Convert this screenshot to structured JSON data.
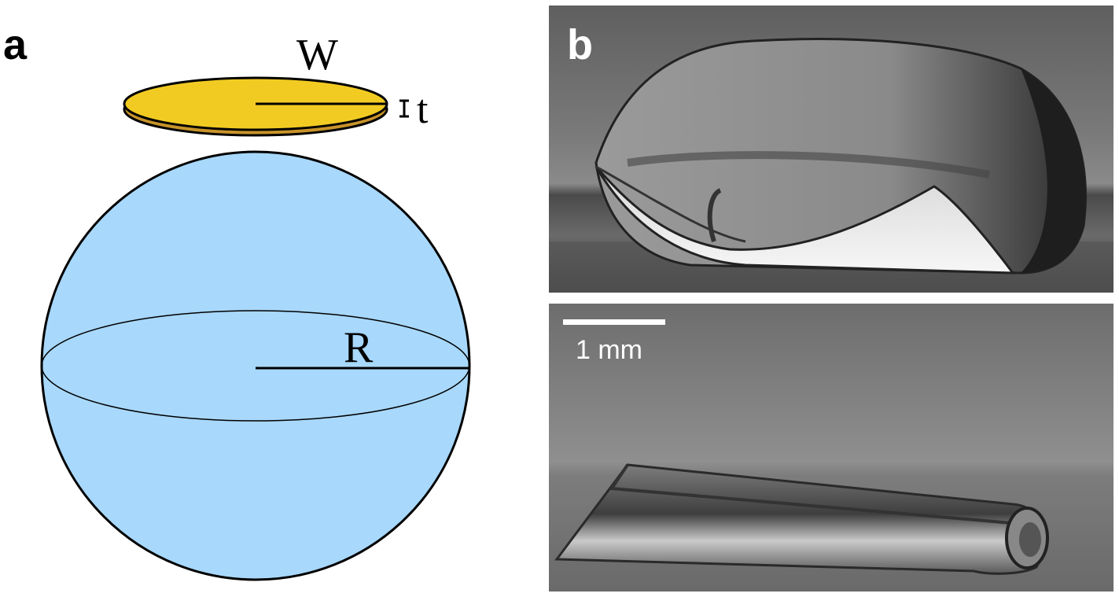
{
  "panels": {
    "a": {
      "label": "a"
    },
    "b": {
      "label": "b"
    }
  },
  "diagram": {
    "disk_width_label": "W",
    "disk_thickness_label": "t",
    "sphere_radius_label": "R",
    "colors": {
      "disk_top": "#F2CB22",
      "disk_edge": "#C7932A",
      "sphere": "#A8D8FB",
      "stroke": "#000000"
    }
  },
  "photos": {
    "top": {
      "description_icon": "curled-sheet-on-drop-photo"
    },
    "bottom": {
      "description_icon": "rolled-sheet-photo"
    }
  },
  "scale_bar": {
    "label": "1 mm"
  }
}
